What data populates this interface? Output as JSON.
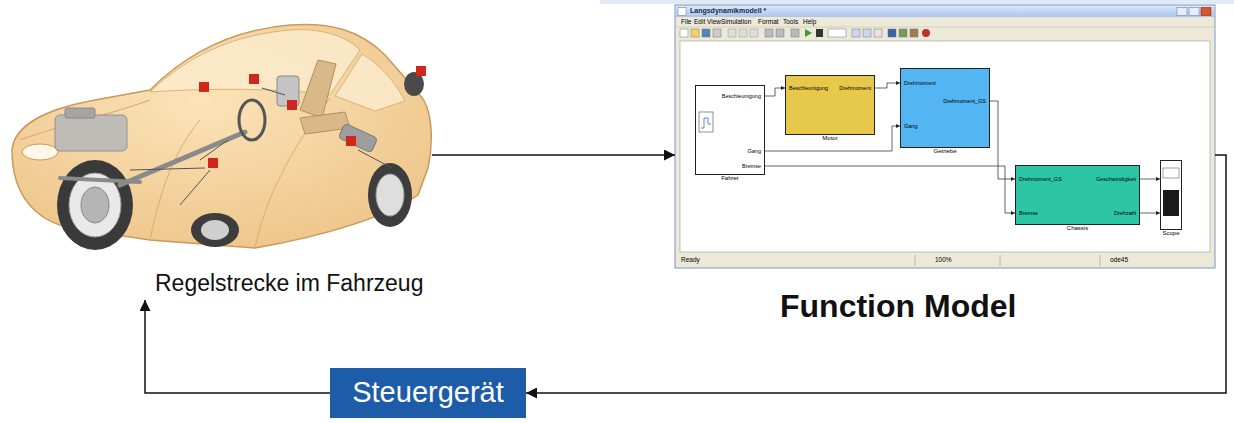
{
  "diagram": {
    "nodes": [
      {
        "text": [
          "Regelstrecke im Fahrzeug"
        ]
      },
      {
        "text": [
          "Function Model"
        ]
      },
      {
        "text": [
          "Beschleunigung",
          "Gang",
          "Bremse",
          "Fahrer"
        ],
        "in": 1
      },
      {
        "text": [
          "Beschleunigung",
          "Drehmoment",
          "Motor"
        ],
        "in": 1
      },
      {
        "text": [
          "Drehmoment",
          "Gang",
          "Drehmoment_GS",
          "Getriebe"
        ],
        "in": 1
      },
      {
        "text": [
          "Drehmoment_GS",
          "Bremse",
          "Geschwindigkeit",
          "Drehzahl",
          "Chassis"
        ],
        "in": 1
      },
      {
        "text": [
          "Scope"
        ],
        "in": 1
      },
      {
        "text": [
          "Steuergerät"
        ]
      }
    ],
    "edges": [
      {
        "from": 0,
        "to": 1,
        "arrow": "to"
      },
      {
        "from": 1,
        "to": 7,
        "arrow": "to"
      },
      {
        "from": 7,
        "to": 0,
        "arrow": "to"
      },
      {
        "from": 2,
        "to": 3,
        "arrow": "to"
      },
      {
        "from": 3,
        "to": 4,
        "arrow": "to"
      },
      {
        "from": 2,
        "to": 4,
        "arrow": "to"
      },
      {
        "from": 4,
        "to": 5,
        "arrow": "to"
      },
      {
        "from": 2,
        "to": 5,
        "arrow": "to"
      },
      {
        "from": 5,
        "to": 6,
        "arrow": "to"
      },
      {
        "from": 5,
        "to": 6,
        "arrow": "to"
      }
    ],
    "labels": [
      "Langsdynamikmodell *",
      "File",
      "Edit",
      "View",
      "Simulation",
      "Format",
      "Tools",
      "Help",
      "Ready",
      "100%",
      "ode45"
    ]
  }
}
